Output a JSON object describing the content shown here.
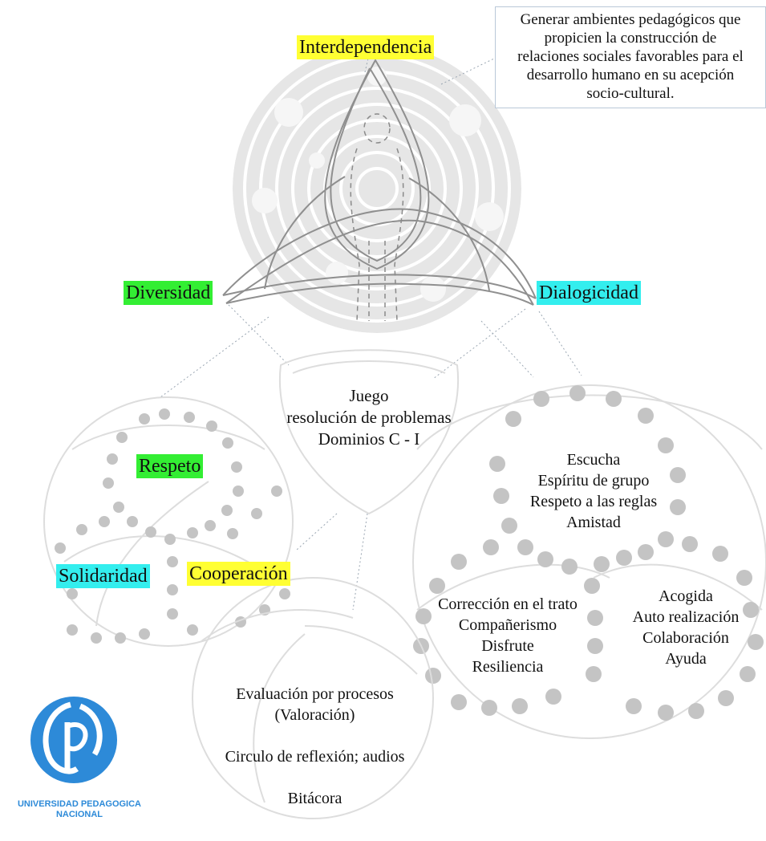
{
  "description_box": {
    "lines": [
      "Generar ambientes pedagógicos que",
      "propicien la construcción de",
      "relaciones sociales favorables para el",
      "desarrollo humano en su acepción",
      "socio-cultural."
    ]
  },
  "labels": {
    "interdependencia": "Interdependencia",
    "diversidad": "Diversidad",
    "dialogicidad": "Dialogicidad",
    "respeto": "Respeto",
    "solidaridad": "Solidaridad",
    "cooperacion": "Cooperación"
  },
  "center_block": [
    "Juego",
    "resolución de problemas",
    "Dominios C - I"
  ],
  "right_block": [
    "Escucha",
    "Espíritu de grupo",
    "Respeto a las reglas",
    "Amistad"
  ],
  "left_lower_block": [
    "Corrección en el trato",
    "Compañerismo",
    "Disfrute",
    "Resiliencia"
  ],
  "right_lower_block": [
    "Acogida",
    "Auto realización",
    "Colaboración",
    "Ayuda"
  ],
  "bottom_block": {
    "line1": "Evaluación por procesos",
    "line2": "(Valoración)",
    "line3": "Circulo de reflexión; audios",
    "line4": "Bitácora"
  },
  "logo": {
    "name_line1": "UNIVERSIDAD PEDAGOGICA",
    "name_line2": "NACIONAL",
    "color": "#2d8ad8"
  },
  "colors": {
    "yellow_highlight": "#ffff33",
    "green_highlight": "#33ee33",
    "cyan_highlight": "#33eeee",
    "dot_gray": "#bdbdbd",
    "knot_gray": "#9e9e9e"
  }
}
